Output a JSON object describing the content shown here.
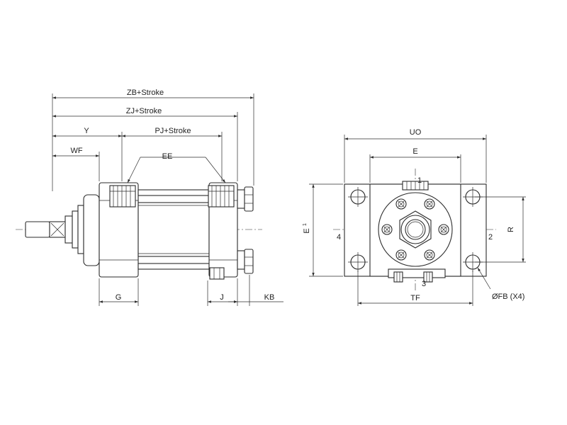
{
  "dimensions": {
    "zb": "ZB+Stroke",
    "zj": "ZJ+Stroke",
    "y": "Y",
    "pj": "PJ+Stroke",
    "wf": "WF",
    "ee": "EE",
    "g": "G",
    "j": "J",
    "kb": "KB",
    "uo": "UO",
    "e": "E",
    "e1_main": "E",
    "e1_sub": "1",
    "r": "R",
    "tf": "TF",
    "fb": "ØFB (X4)"
  },
  "port_labels": {
    "top": "1",
    "right": "2",
    "bottom": "3",
    "left": "4"
  },
  "colors": {
    "line": "#2b2b2b",
    "background": "#ffffff"
  }
}
